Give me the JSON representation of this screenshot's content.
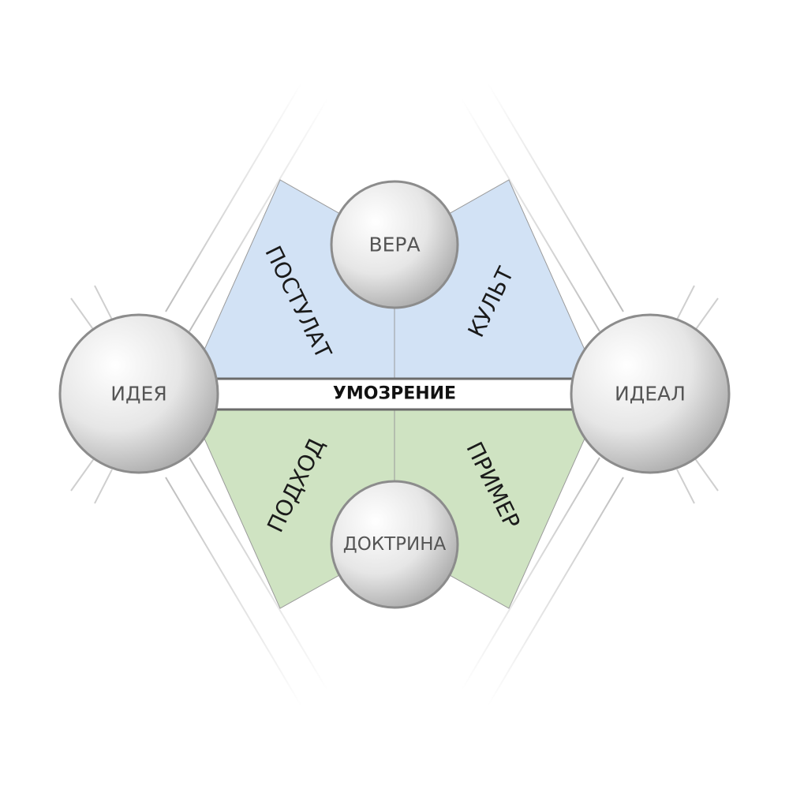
{
  "nodes": {
    "top": "ВЕРА",
    "left": "ИДЕЯ",
    "right": "ИДЕАЛ",
    "bottom": "ДОКТРИНА"
  },
  "center_band": "УМОЗРЕНИЕ",
  "sectors": {
    "top_left": "ПОСТУЛАТ",
    "top_right": "КУЛЬТ",
    "bottom_left": "ПОДХОД",
    "bottom_right": "ПРИМЕР"
  },
  "colors": {
    "upper_fill": "#d2e2f5",
    "lower_fill": "#cfe3c2",
    "lines": "#bdbdbd",
    "sphere_rim": "#8c8c8c"
  }
}
